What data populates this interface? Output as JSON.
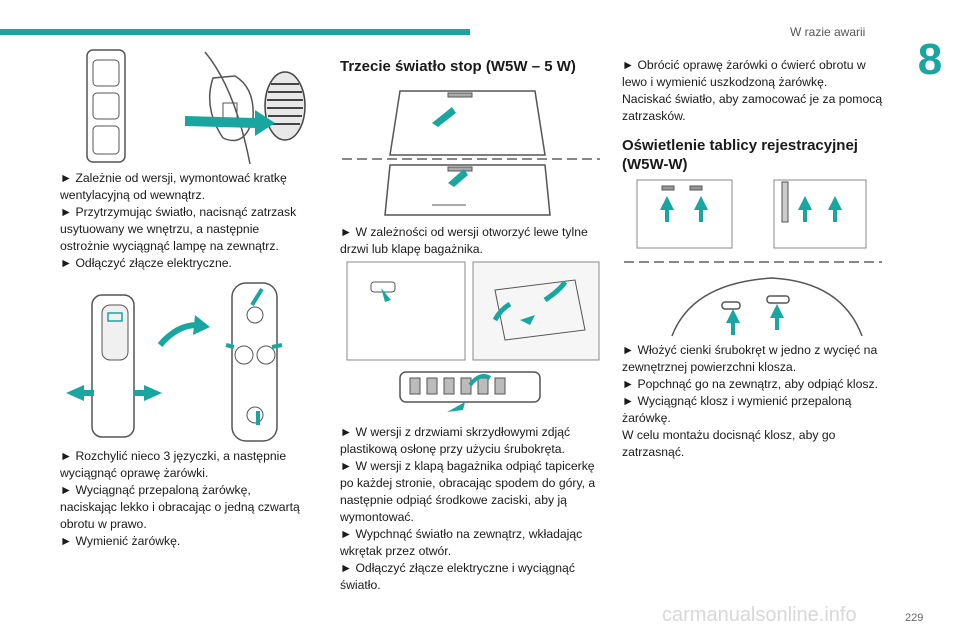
{
  "header": {
    "section": "W razie awarii",
    "chapter": "8"
  },
  "col1": {
    "block1": [
      "► Zależnie od wersji, wymontować kratkę wentylacyjną od wewnątrz.",
      "► Przytrzymując światło, nacisnąć zatrzask usytuowany we wnętrzu, a następnie ostrożnie wyciągnąć lampę na zewnątrz.",
      "► Odłączyć złącze elektryczne."
    ],
    "block2": [
      "► Rozchylić nieco 3 języczki, a następnie wyciągnąć oprawę żarówki.",
      "► Wyciągnąć przepaloną żarówkę, naciskając lekko i obracając o jedną czwartą obrotu w prawo.",
      "► Wymienić żarówkę."
    ]
  },
  "col2": {
    "heading": "Trzecie światło stop (W5W – 5 W)",
    "block1": [
      "► W zależności od wersji otworzyć lewe tylne drzwi lub klapę bagażnika."
    ],
    "block2": [
      "► W wersji z drzwiami skrzydłowymi zdjąć plastikową osłonę przy użyciu śrubokręta.",
      "► W wersji z klapą bagażnika odpiąć tapicerkę po każdej stronie, obracając spodem do góry, a następnie odpiąć środkowe zaciski, aby ją wymontować.",
      "► Wypchnąć światło na zewnątrz, wkładając wkrętak przez otwór.",
      "► Odłączyć złącze elektryczne i wyciągnąć światło."
    ]
  },
  "col3": {
    "block1": [
      "► Obrócić oprawę żarówki o ćwierć obrotu w lewo i wymienić uszkodzoną żarówkę.",
      "Naciskać światło, aby zamocować je za pomocą zatrzasków."
    ],
    "heading": "Oświetlenie tablicy rejestracyjnej (W5W-W)",
    "block2": [
      "► Włożyć cienki śrubokręt w jedno z wycięć na zewnętrznej powierzchni klosza.",
      "► Popchnąć go na zewnątrz, aby odpiąć klosz.",
      "► Wyciągnąć klosz i wymienić przepaloną żarówkę.",
      "W celu montażu docisnąć klosz, aby go zatrzasnąć."
    ]
  },
  "footer": {
    "page": "229",
    "watermark": "carmanualsonline.info"
  },
  "colors": {
    "accent": "#19a6a1",
    "line": "#555555"
  }
}
